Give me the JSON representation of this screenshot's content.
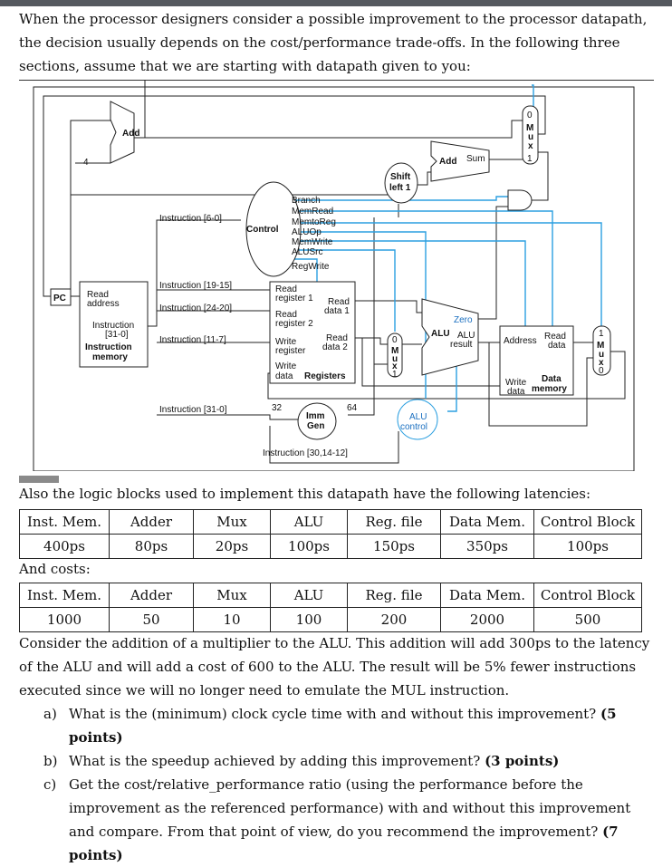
{
  "intro": "When the processor designers consider a possible improvement to the processor datapath, the decision usually depends on the cost/performance trade-offs. In the following three sections, assume that we are starting with datapath given to you:",
  "diagram": {
    "pc": "PC",
    "add_top": "Add",
    "four": "4",
    "add_sum_left": "Add",
    "add_sum_right": "Sum",
    "shift1": "Shift",
    "shift2": "left 1",
    "control": "Control",
    "control_signals": [
      "Branch",
      "MemRead",
      "MemtoReg",
      "ALUOp",
      "MemWrite",
      "ALUSrc",
      "RegWrite"
    ],
    "imem": {
      "read1": "Read",
      "read2": "address",
      "instr1": "Instruction",
      "instr2": "[31-0]",
      "name1": "Instruction",
      "name2": "memory"
    },
    "instr_6_0": "Instruction [6-0]",
    "instr_19_15": "Instruction [19-15]",
    "instr_24_20": "Instruction [24-20]",
    "instr_11_7": "Instruction [11-7]",
    "instr_31_0": "Instruction [31-0]",
    "instr_30": "Instruction [30,14-12]",
    "regs": {
      "rr1a": "Read",
      "rr1b": "register 1",
      "rd1a": "Read",
      "rd1b": "data 1",
      "rr2a": "Read",
      "rr2b": "register 2",
      "wra": "Write",
      "wrb": "register",
      "rd2a": "Read",
      "rd2b": "data 2",
      "wda": "Write",
      "wdb": "data",
      "name": "Registers"
    },
    "imm1": "Imm",
    "imm2": "Gen",
    "n32": "32",
    "n64": "64",
    "alu": {
      "zero": "Zero",
      "alu": "ALU",
      "res1": "ALU",
      "res2": "result"
    },
    "alu_control1": "ALU",
    "alu_control2": "control",
    "dmem": {
      "addr": "Address",
      "rda": "Read",
      "rdb": "data",
      "wda": "Write",
      "wdb": "data",
      "name1": "Data",
      "name2": "memory"
    },
    "mux": [
      "M",
      "u",
      "x"
    ],
    "mux_in0": "0",
    "mux_in1": "1"
  },
  "latency_intro": "Also the logic blocks used to implement this datapath have the following latencies:",
  "latency_headers": [
    "Inst. Mem.",
    "Adder",
    "Mux",
    "ALU",
    "Reg. file",
    "Data Mem.",
    "Control Block"
  ],
  "latency_values": [
    "400ps",
    "80ps",
    "20ps",
    "100ps",
    "150ps",
    "350ps",
    "100ps"
  ],
  "costs_intro": "And costs:",
  "cost_headers": [
    "Inst. Mem.",
    "Adder",
    "Mux",
    "ALU",
    "Reg. file",
    "Data Mem.",
    "Control Block"
  ],
  "cost_values": [
    "1000",
    "50",
    "10",
    "100",
    "200",
    "2000",
    "500"
  ],
  "paragraph": "Consider the addition of a multiplier to the ALU. This addition will add 300ps to the latency of the ALU and will add a cost of 600 to the ALU. The result will be 5% fewer instructions executed since we will no longer need to emulate the MUL instruction.",
  "questions": [
    {
      "label": "a)",
      "text": "What is the (minimum) clock cycle time with and without this improvement?",
      "points": "(5 points)"
    },
    {
      "label": "b)",
      "text": "What is the speedup achieved by adding this improvement?",
      "points": "(3 points)"
    },
    {
      "label": "c)",
      "text": "Get the cost/relative_performance ratio (using the performance before the improvement as the referenced performance) with and without this improvement and compare. From that point of view, do you recommend the improvement?",
      "points": "(7 points)"
    }
  ]
}
